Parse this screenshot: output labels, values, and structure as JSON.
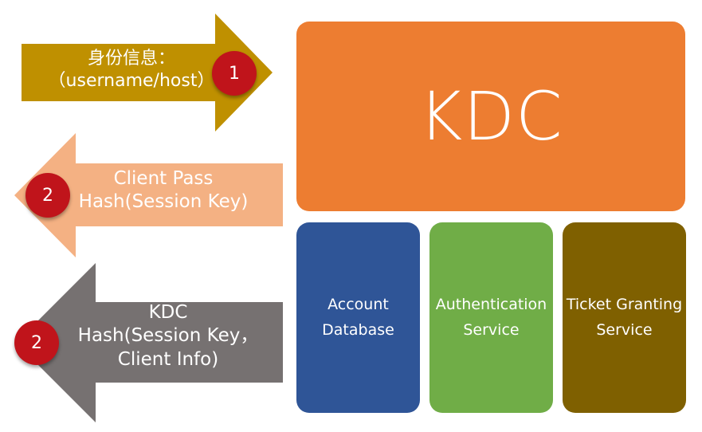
{
  "colors": {
    "arrow1": "#bf9000",
    "arrow2": "#f4b183",
    "arrow3": "#767171",
    "badge": "#c0141b",
    "kdc": "#ed7d31",
    "account_db": "#2f5597",
    "auth_service": "#70ad47",
    "tgs": "#7f6000"
  },
  "arrows": {
    "request": {
      "line1": "身份信息：",
      "line2": "（username/host）",
      "badge": "1"
    },
    "client_reply": {
      "line1": "Client Pass",
      "line2": "Hash(Session Key)",
      "badge": "2"
    },
    "kdc_reply": {
      "line1": "KDC",
      "line2": "Hash(Session Key，",
      "line3": "Client Info)",
      "badge": "2"
    }
  },
  "kdc": {
    "title": "KDC",
    "components": {
      "account_db": {
        "line1": "Account",
        "line2": "Database"
      },
      "auth_service": {
        "line1": "Authentication",
        "line2": "Service"
      },
      "tgs": {
        "line1": "Ticket Granting",
        "line2": "Service"
      }
    }
  }
}
